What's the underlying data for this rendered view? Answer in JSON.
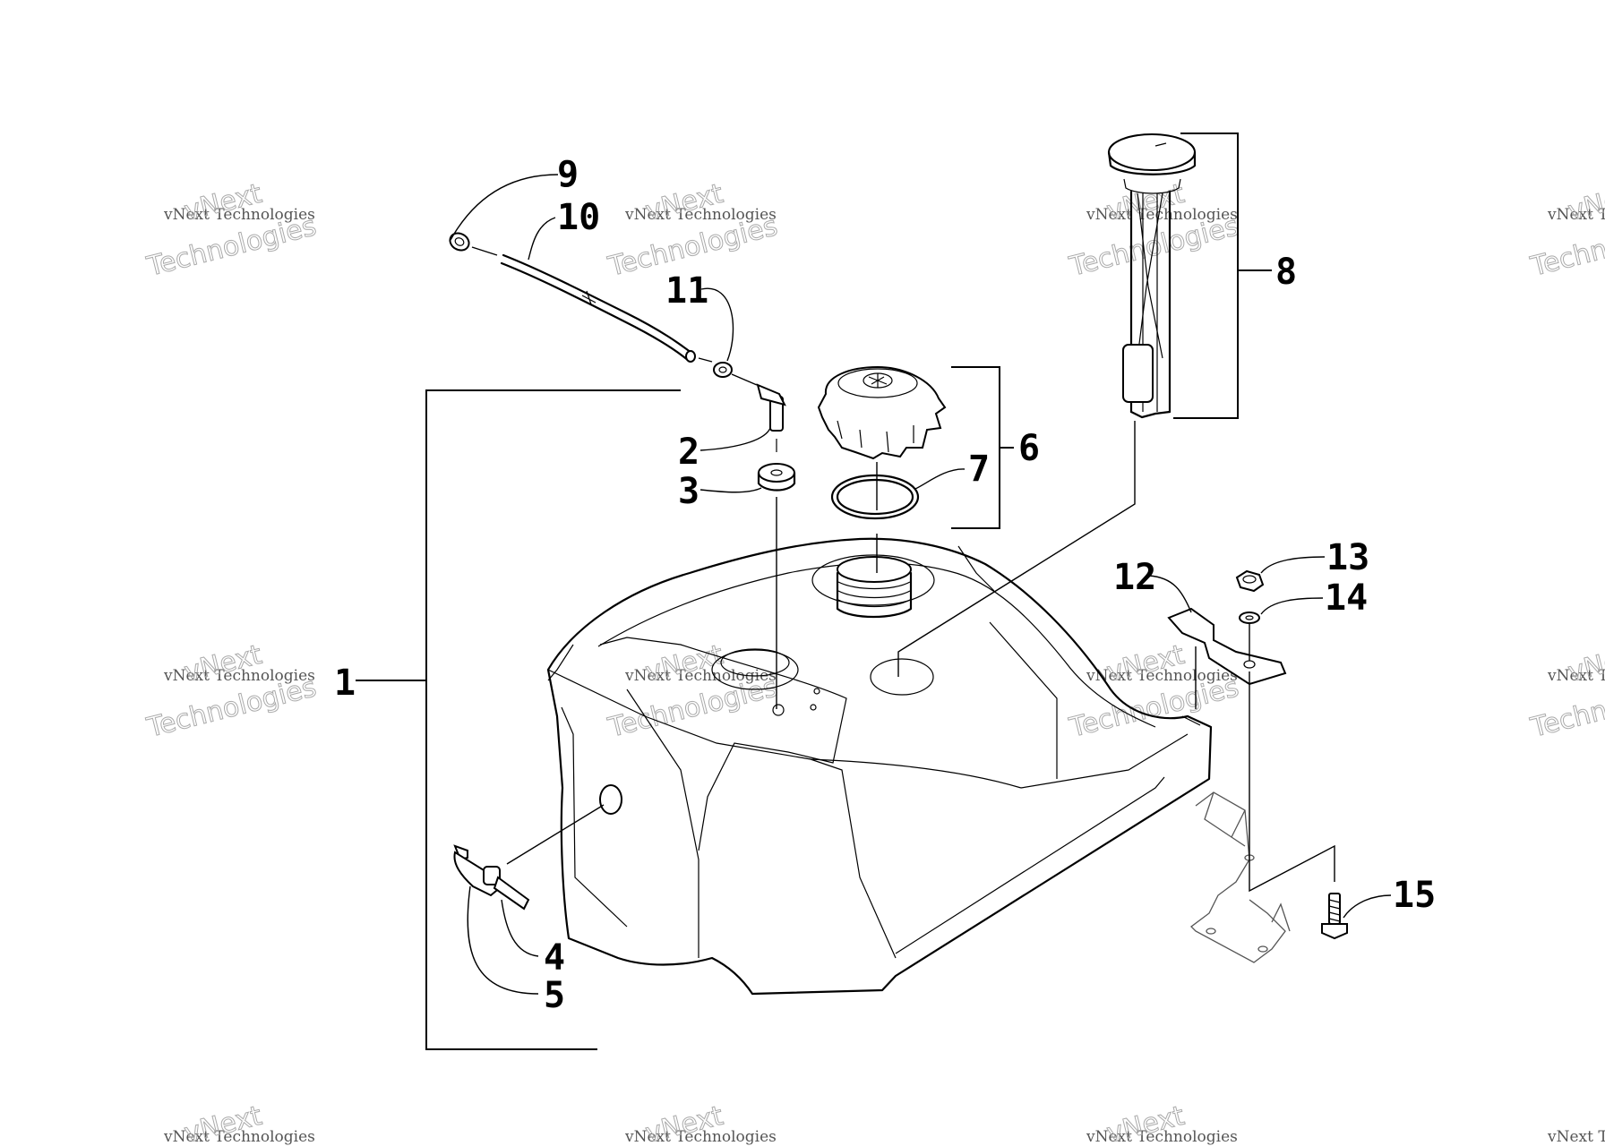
{
  "callouts": [
    {
      "id": "1",
      "label": "1"
    },
    {
      "id": "2",
      "label": "2"
    },
    {
      "id": "3",
      "label": "3"
    },
    {
      "id": "4",
      "label": "4"
    },
    {
      "id": "5",
      "label": "5"
    },
    {
      "id": "6",
      "label": "6"
    },
    {
      "id": "7",
      "label": "7"
    },
    {
      "id": "8",
      "label": "8"
    },
    {
      "id": "9",
      "label": "9"
    },
    {
      "id": "10",
      "label": "10"
    },
    {
      "id": "11",
      "label": "11"
    },
    {
      "id": "12",
      "label": "12"
    },
    {
      "id": "13",
      "label": "13"
    },
    {
      "id": "14",
      "label": "14"
    },
    {
      "id": "15",
      "label": "15"
    }
  ],
  "watermark": {
    "line_a": "vNext Technologies",
    "line_b": "vNext",
    "line_c": "Technologies"
  }
}
